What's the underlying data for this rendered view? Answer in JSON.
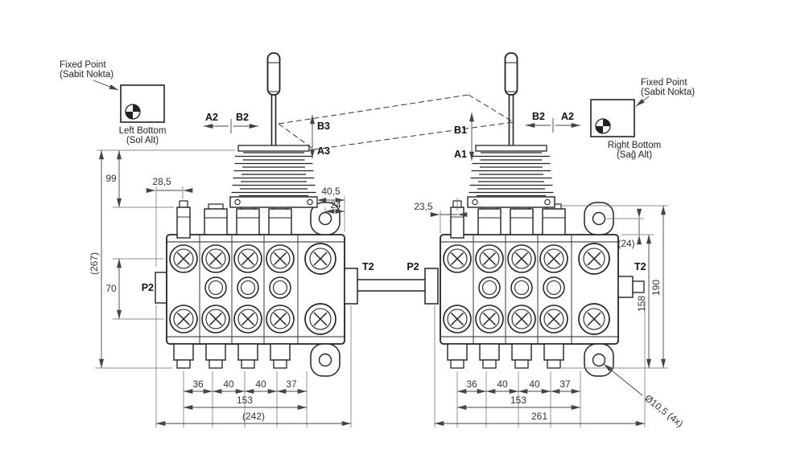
{
  "callouts": {
    "fixed_point_line1": "Fixed Point",
    "fixed_point_line2": "(Sabit Nokta)",
    "left_bottom_line1": "Left Bottom",
    "left_bottom_line2": "(Sol Alt)",
    "right_bottom_line1": "Right Bottom",
    "right_bottom_line2": "(Sağ Alt)",
    "hole_note": "Ø10,5 (4x)"
  },
  "left_valve": {
    "lever_ports": {
      "a2": "A2",
      "b2": "B2",
      "b3": "B3",
      "a3": "A3"
    },
    "ports": {
      "p2": "P2",
      "t2": "T2"
    },
    "dims": {
      "bellows_height": "99",
      "overall_height": "(267)",
      "port_spacing": "70",
      "relief_offset": "28,5",
      "plate_to_edge": "40,5",
      "ear_offset": "24",
      "sec1": "36",
      "sec2": "40",
      "sec3": "40",
      "sec4": "37",
      "sections_total": "153",
      "overall_width": "(242)"
    }
  },
  "right_valve": {
    "lever_ports": {
      "b1": "B1",
      "a1": "A1",
      "b2": "B2",
      "a2": "A2"
    },
    "ports": {
      "p2": "P2",
      "t2": "T2"
    },
    "dims": {
      "relief_offset": "23,5",
      "ear_offset": "(24)",
      "body_height": "158",
      "overall_height": "190",
      "sec1": "36",
      "sec2": "40",
      "sec3": "40",
      "sec4": "37",
      "sections_total": "153",
      "overall_width": "261"
    }
  }
}
